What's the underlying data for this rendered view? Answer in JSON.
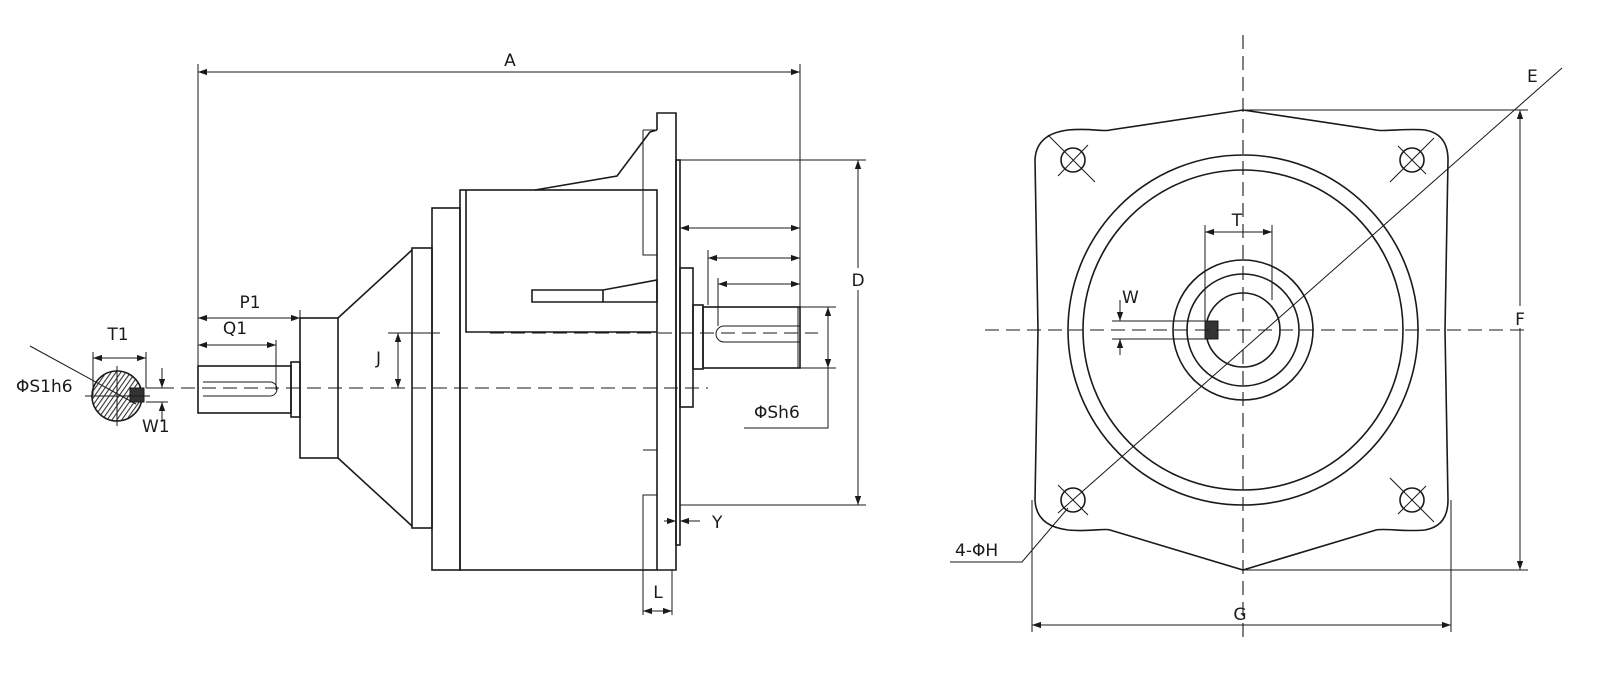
{
  "title": "Gear reducer dimension drawing",
  "side_view_labels": {
    "A": "A",
    "P1": "P1",
    "Q1": "Q1",
    "T1": "T1",
    "S1h6": "ΦS1h6",
    "W1": "W1",
    "J": "J",
    "D": "D",
    "Sh6": "ΦSh6",
    "Y": "Y",
    "L": "L"
  },
  "front_view_labels": {
    "E": "E",
    "F": "F",
    "G": "G",
    "T": "T",
    "W": "W",
    "H": "4-ΦH"
  },
  "colors": {
    "line": "#1a1a1a",
    "background": "#ffffff"
  }
}
